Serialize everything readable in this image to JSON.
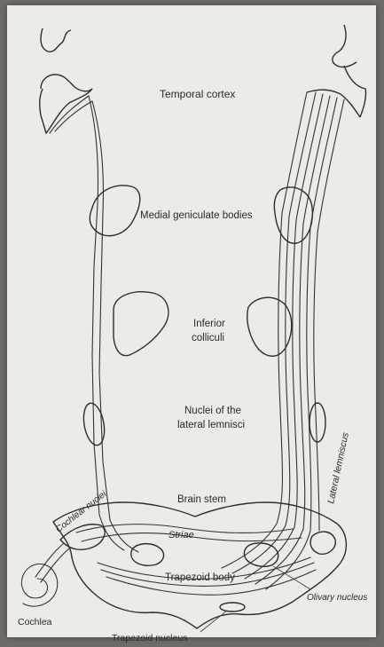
{
  "figure": {
    "labels": {
      "temporal_cortex": "Temporal cortex",
      "medial_geniculate": "Medial geniculate bodies",
      "inferior_colliculi_line1": "Inferior",
      "inferior_colliculi_line2": "colliculi",
      "nuclei_lateral_line1": "Nuclei of the",
      "nuclei_lateral_line2": "lateral lemnisci",
      "brain_stem": "Brain stem",
      "lateral_lemniscus": "Lateral lemniscus",
      "cochlear_nuclei": "Cochlear nuclei",
      "striae": "Striae",
      "trapezoid_body": "Trapezoid body",
      "olivary_nucleus": "Olivary nucleus",
      "cochlea": "Cochlea",
      "trapezoid_nucleus": "Trapezoid nucleus"
    }
  },
  "colors": {
    "paper": "#ecebe6",
    "ink": "#2d2d2d",
    "background": "#6e6a66"
  }
}
